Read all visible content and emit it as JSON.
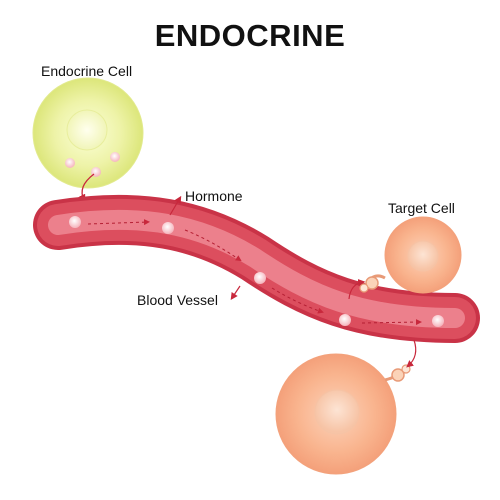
{
  "title": "ENDOCRINE",
  "labels": {
    "endocrine_cell": "Endocrine Cell",
    "hormone": "Hormone",
    "target_cell": "Target Cell",
    "blood_vessel": "Blood Vessel"
  },
  "image_id": "703122029",
  "colors": {
    "vessel": "#d43a4e",
    "vessel_light": "#ef8a94",
    "endocrine_cell": "#e9ee9a",
    "target_cell": "#f9b089",
    "arrow": "#c8283c"
  }
}
